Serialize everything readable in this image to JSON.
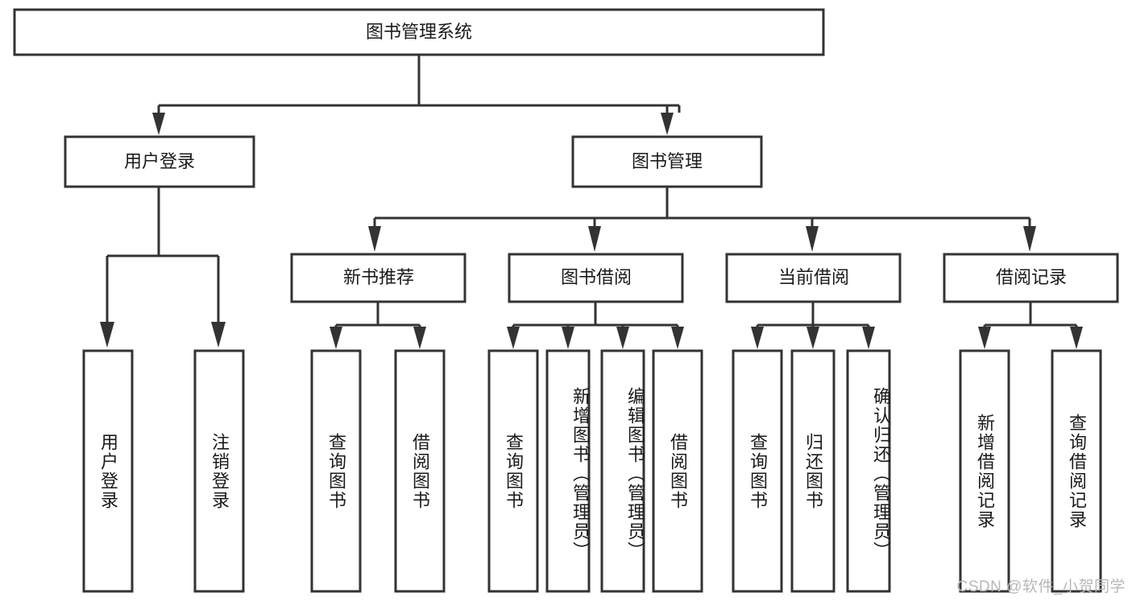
{
  "chart_data": {
    "type": "diagram",
    "title": "图书管理系统",
    "subtype": "tree-hierarchy",
    "orientation": "top-down",
    "levels": 4,
    "watermark": "CSDN @软件_小贺同学"
  },
  "root": {
    "label": "图书管理系统"
  },
  "level1": [
    {
      "label": "用户登录"
    },
    {
      "label": "图书管理"
    }
  ],
  "level2": [
    {
      "label": "新书推荐"
    },
    {
      "label": "图书借阅"
    },
    {
      "label": "当前借阅"
    },
    {
      "label": "借阅记录"
    }
  ],
  "leaves": {
    "user_login": [
      {
        "label": "用户登录"
      },
      {
        "label": "注销登录"
      }
    ],
    "new_book": [
      {
        "label": "查询图书"
      },
      {
        "label": "借阅图书"
      }
    ],
    "book_borrow": [
      {
        "label": "查询图书"
      },
      {
        "label": "新增图书（管理员）"
      },
      {
        "label": "编辑图书（管理员）"
      },
      {
        "label": "借阅图书"
      }
    ],
    "current_borrow": [
      {
        "label": "查询图书"
      },
      {
        "label": "归还图书"
      },
      {
        "label": "确认归还（管理员）"
      }
    ],
    "borrow_record": [
      {
        "label": "新增借阅记录"
      },
      {
        "label": "查询借阅记录"
      }
    ]
  },
  "colors": {
    "stroke": "#333333",
    "fill": "#ffffff",
    "text": "#1a1a1a",
    "watermark": "#b8b8b8"
  }
}
